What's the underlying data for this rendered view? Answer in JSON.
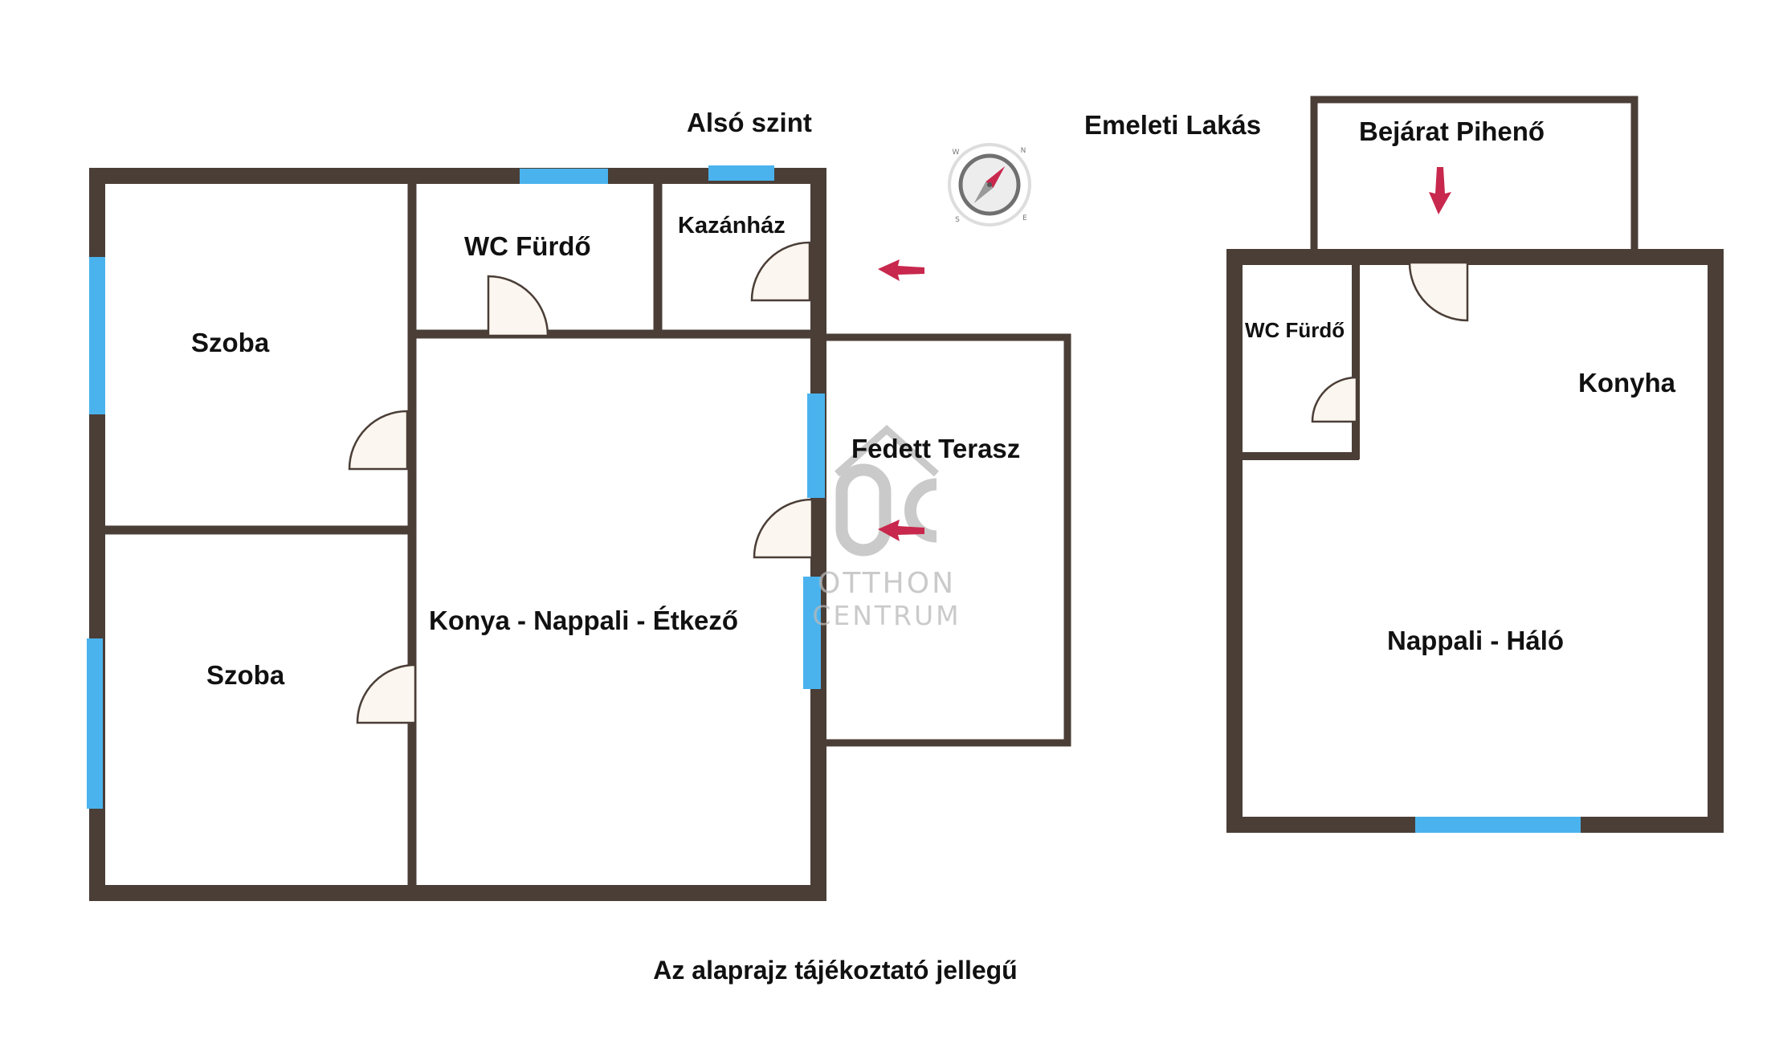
{
  "colors": {
    "wall": "#4a3e37",
    "window": "#4ab3ee",
    "door_fill": "#fbf6ef",
    "arrow": "#c8284d",
    "watermark": "#b9b9b9",
    "compass_needle": "#c8284d"
  },
  "headings": {
    "lower_level": "Alsó szint",
    "upper_apartment": "Emeleti Lakás",
    "disclaimer": "Az alaprajz tájékoztató jellegű"
  },
  "rooms": {
    "lower": {
      "szoba_1": "Szoba",
      "szoba_2": "Szoba",
      "wc_furdo": "WC Fürdő",
      "kazanhaz": "Kazánház",
      "konya_nappali": "Konya - Nappali - Étkező",
      "fedett_terasz": "Fedett Terasz"
    },
    "upper": {
      "bejarat": "Bejárat Pihenő",
      "wc_furdo": "WC Fürdő",
      "konyha": "Konyha",
      "nappali_halo": "Nappali - Háló"
    }
  },
  "compass": {
    "icon": "compass-icon",
    "letters": [
      "N",
      "E",
      "S",
      "W"
    ]
  },
  "watermark": {
    "logo_icon": "oc-logo-icon",
    "line1": "OTTHON",
    "line2": "CENTRUM"
  },
  "icons": {
    "entry_arrow": "arrow-left-icon",
    "terrace_arrow": "arrow-left-icon",
    "upper_entry_arrow": "arrow-down-icon"
  }
}
